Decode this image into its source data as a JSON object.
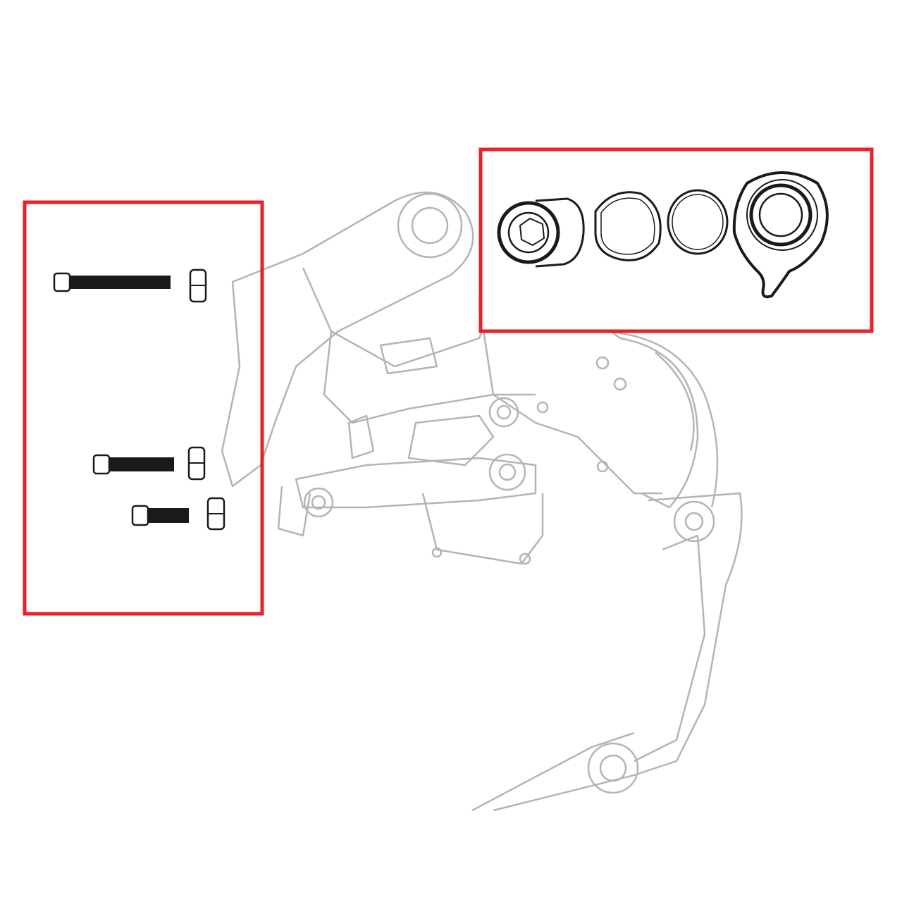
{
  "colors": {
    "highlight": "#e8202a",
    "derailleur_line": "#b4b4b4",
    "part_line": "#1a1a1a",
    "background": "#ffffff"
  },
  "groups": [
    {
      "name": "bolts-and-nuts",
      "parts": [
        "long-bolt",
        "nut",
        "medium-bolt",
        "nut",
        "short-bolt",
        "nut"
      ]
    },
    {
      "name": "pivot-hardware",
      "parts": [
        "bushing",
        "wave-washer",
        "flat-washer",
        "cage-plate"
      ]
    }
  ]
}
